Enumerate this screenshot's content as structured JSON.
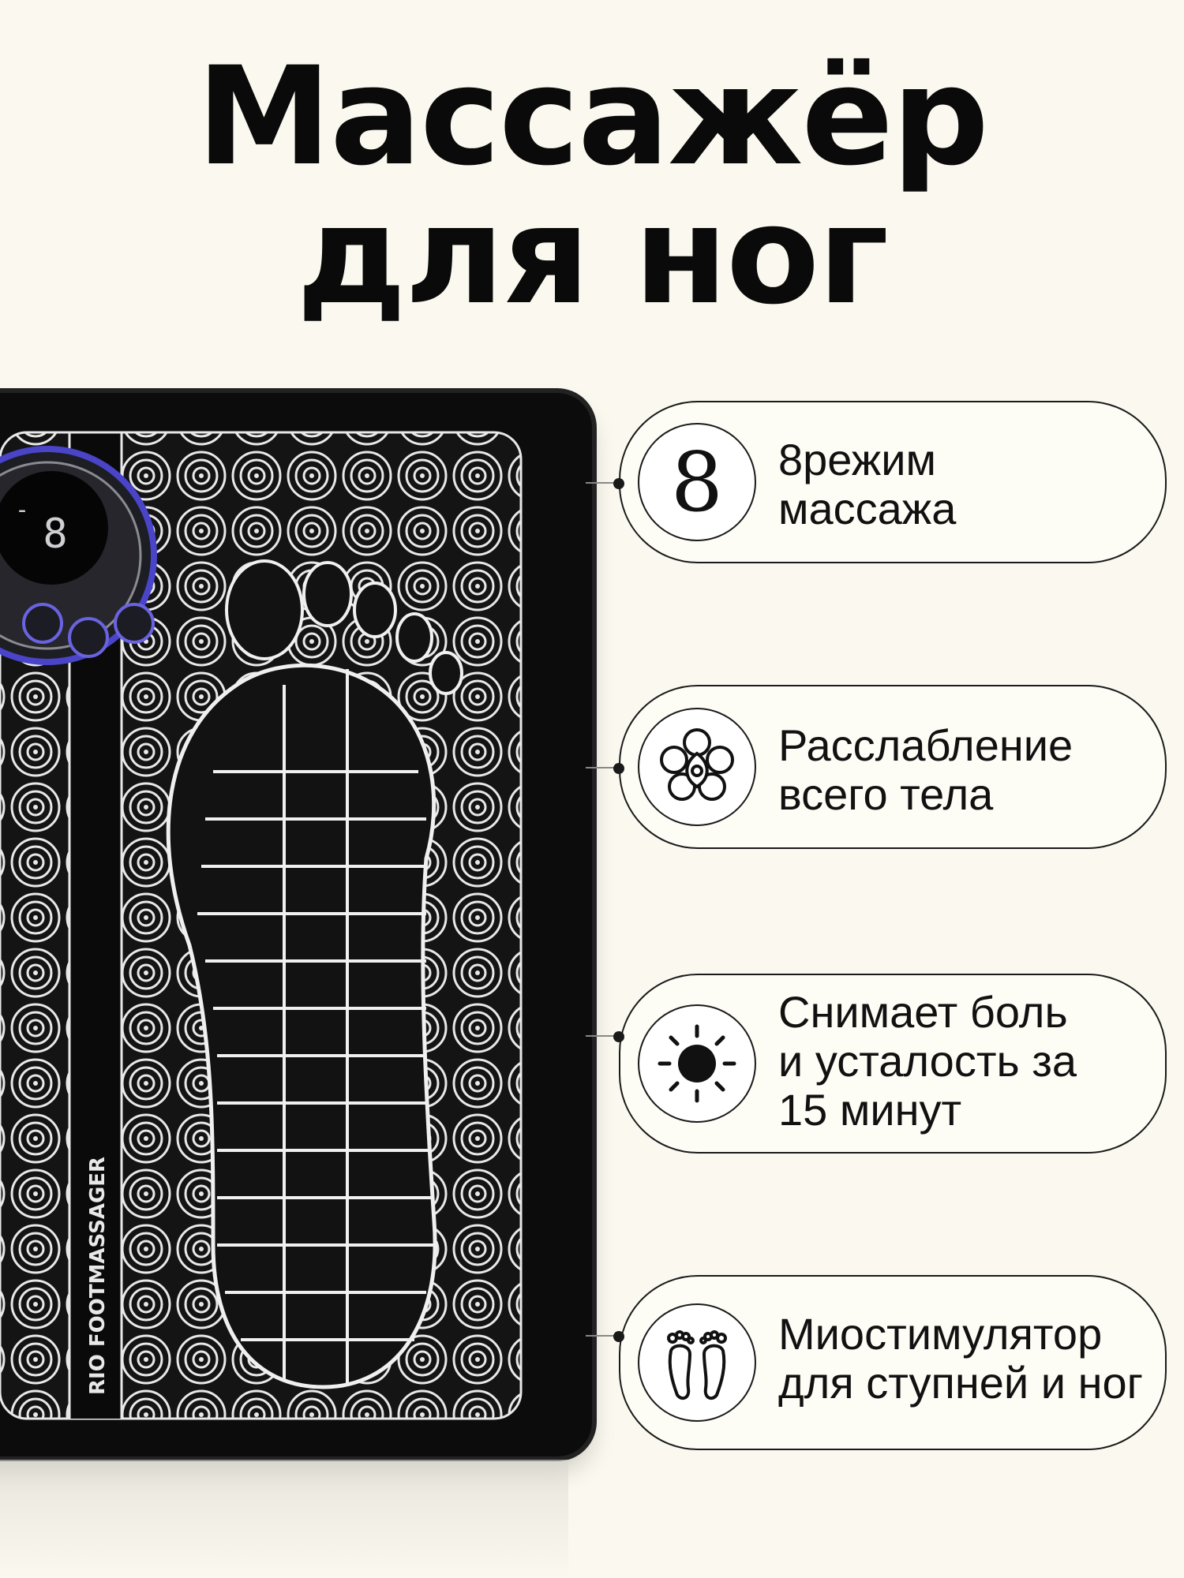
{
  "title": {
    "line1": "Массажёр",
    "line2": "для ног"
  },
  "device": {
    "display_digit": "8",
    "display_sign": "-",
    "brand_text": "RIO FOOTMASSAGER"
  },
  "features": [
    {
      "icon": "number-eight",
      "badge_text": "8",
      "lines": [
        "8режим",
        "массажа"
      ]
    },
    {
      "icon": "flower-icon",
      "badge_text": "",
      "lines": [
        "Расслабление",
        "всего тела"
      ]
    },
    {
      "icon": "sun-icon",
      "badge_text": "",
      "lines": [
        "Снимает боль",
        "и усталость за",
        "15 минут"
      ]
    },
    {
      "icon": "footprints-icon",
      "badge_text": "",
      "lines": [
        "Миостимулятор",
        "для ступней и ног"
      ]
    }
  ],
  "colors": {
    "background": "#fbf9ef",
    "device": "#0c0c0c",
    "accent_ring": "#3b35a8"
  }
}
